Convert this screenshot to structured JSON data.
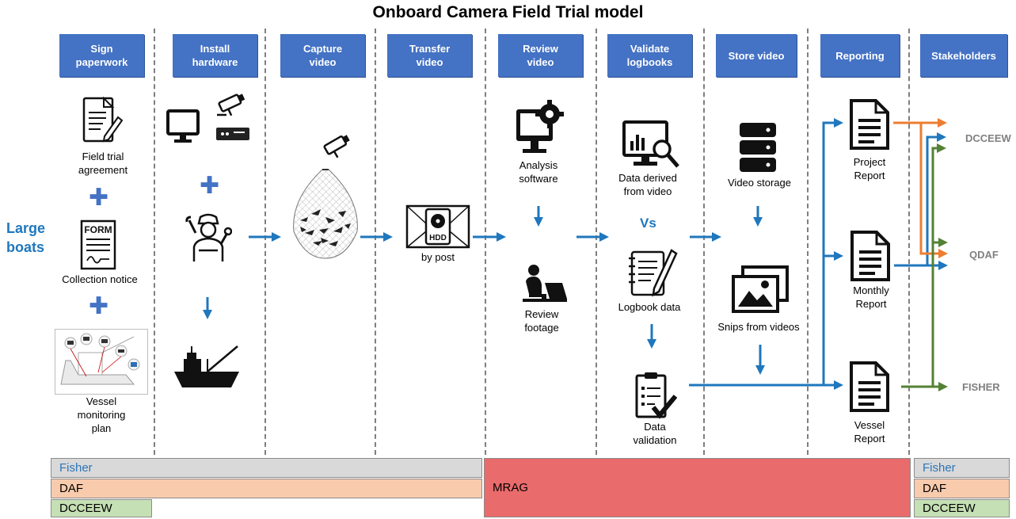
{
  "title": "Onboard Camera Field Trial model",
  "headers": [
    {
      "label": "Sign\npaperwork"
    },
    {
      "label": "Install\nhardware"
    },
    {
      "label": "Capture\nvideo"
    },
    {
      "label": "Transfer\nvideo"
    },
    {
      "label": "Review\nvideo"
    },
    {
      "label": "Validate\nlogbooks"
    },
    {
      "label": "Store video"
    },
    {
      "label": "Reporting"
    },
    {
      "label": "Stakeholders"
    }
  ],
  "side_label": "Large\nboats",
  "sign": {
    "agreement": "Field trial\nagreement",
    "form_text": "FORM",
    "collection": "Collection notice",
    "vessel_plan": "Vessel\nmonitoring\nplan"
  },
  "transfer": {
    "hdd_text": "HDD",
    "by_post": "by post"
  },
  "review": {
    "analysis": "Analysis\nsoftware",
    "footage": "Review\nfootage"
  },
  "validate": {
    "derived": "Data derived\nfrom video",
    "vs": "Vs",
    "logbook": "Logbook data",
    "validation": "Data\nvalidation"
  },
  "store": {
    "storage": "Video storage",
    "snips": "Snips from videos"
  },
  "reporting": {
    "project": "Project\nReport",
    "monthly": "Monthly\nReport",
    "vessel": "Vessel\nReport"
  },
  "stakeholders": {
    "dcceew": "DCCEEW",
    "qdaf": "QDAF",
    "fisher": "FISHER"
  },
  "bars": {
    "fisher": "Fisher",
    "daf": "DAF",
    "dcceew": "DCCEEW",
    "mrag": "MRAG",
    "r_fisher": "Fisher",
    "r_daf": "DAF",
    "r_dcceew": "DCCEEW"
  },
  "colors": {
    "header": "#4472c4",
    "arrow_blue": "#1f77bd",
    "arrow_orange": "#ed7d31",
    "arrow_green": "#548235",
    "fisher_bar": "#d9d9d9",
    "daf_bar": "#f8cbad",
    "dcceew_bar": "#c5e0b4",
    "mrag_bar": "#e96b6b"
  }
}
